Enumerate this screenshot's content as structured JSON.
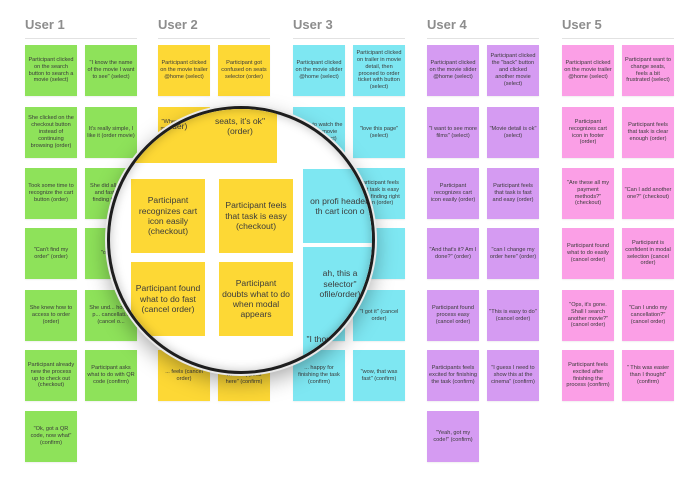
{
  "colors": {
    "green": "#8ee25a",
    "yellow": "#fdd835",
    "cyan": "#7ee7f2",
    "purple": "#d59bf2",
    "pink": "#fb9fe6"
  },
  "columns": [
    {
      "title": "User 1",
      "color": "green",
      "notes": [
        "Participant clicked on the search button to search a movie (select)",
        "\"I know the name of the movie I want to see\" (select)",
        "She clicked on the checkout button instead of continuing browsing (order)",
        "It's really simple, I like it (order movie)",
        "Took some time to recognize the cart button (order)",
        "She did all easily and fast after finding the or...",
        "\"Can't find my order\" (order)",
        "\"ok, th...",
        "She knew how to access to order (order)",
        "She und... how to p... cancellati... (cancel o...",
        "Participant already new the process up to check out (checkout)",
        "Participant asks what to do with QR code (confirm)",
        "\"Ok, got a QR code, now what\" (confirm)"
      ]
    },
    {
      "title": "User 2",
      "color": "yellow",
      "notes": [
        "Participant clicked on the movie trailer @home (select)",
        "Participant got confused on seats selector (order)",
        "\"When did I select my seats, does the app select them for me?\" (order)",
        "\"If I can select seats, it's ok\" (order)",
        "",
        "",
        "",
        "",
        "",
        "",
        "... feels (cancel order)",
        "\"I'm not sure about what happens here\" (confirm)"
      ]
    },
    {
      "title": "User 3",
      "color": "cyan",
      "notes": [
        "Participant clicked on the movie slider @home (select)",
        "Participant clicked on trailer in movie detail, then proceed to order ticket with button (select)",
        "\"I love to watch the trailer in movie detail\" (select)",
        "\"love this page\" (select)",
        "... on profile header, the cart icon or...",
        "Participant feels that task is easy after finding right icon (order)",
        "... \"... is a selector\" (profile/order)",
        "",
        "\"I thought in the head... the ...\"",
        "\"I got it\" (cancel order)",
        "... happy for finishing the task (confirm)",
        "\"wow, that was fast\" (confirm)"
      ]
    },
    {
      "title": "User 4",
      "color": "purple",
      "notes": [
        "Participant clicked on the movie slider @home (select)",
        "Participant clicked the \"back\" button and clicked another movie (select)",
        "\"I want to see more films\" (select)",
        "\"Movie detail is ok\" (select)",
        "Participant recognizes cart icon easily (order)",
        "Participant feels that task is fast and easy (order)",
        "\"And that's it? Am I done?\" (order)",
        "\"can I change my order here\" (order)",
        "Participant found process easy (cancel order)",
        "\"This is easy to do\" (cancel order)",
        "Participants feels excited for finishing the task (confirm)",
        "\"I guess I need to show this at the cinema\" (confirm)",
        "\"Yeah, got my code!\" (confirm)"
      ]
    },
    {
      "title": "User 5",
      "color": "pink",
      "notes": [
        "Participant clicked on the movie trailer @home (select)",
        "Participant want to change seats, feels a bit frustrated (select)",
        "Participant recognizes cart icon in footer (order)",
        "Participant feels that task is clear enough (order)",
        "\"Are these all my payment methods?\" (checkout)",
        "\"Can I add another one?\" (checkout)",
        "Participant found what to do easily (cancel order)",
        "Participant is confident in modal selection (cancel order)",
        "\"Ops, it's gone. Shall I search another movie?\" (cancel order)",
        "\"Can I undo my cancellation?\" (cancel order)",
        "Participant feels excited after finishing the process (confirm)",
        "\" This was easier than I thought\" (confirm)"
      ]
    }
  ],
  "magnifier": {
    "notes": [
      {
        "text": "seats, it's ok\" (order)",
        "color": "yellow"
      },
      {
        "text": "e?\" (order)",
        "color": "yellow"
      },
      {
        "text": "Participant recognizes cart icon easily (checkout)",
        "color": "yellow"
      },
      {
        "text": "Participant feels that task is easy (checkout)",
        "color": "yellow"
      },
      {
        "text": "Participant found what to do fast (cancel order)",
        "color": "yellow"
      },
      {
        "text": "Participant doubts what to do when modal appears",
        "color": "yellow"
      },
      {
        "text": "on profi header, th cart icon o",
        "color": "cyan"
      },
      {
        "text": "ah, this a selector\" ofile/order)",
        "color": "cyan"
      },
      {
        "text": "\"I thought in head the",
        "color": "cyan"
      }
    ]
  }
}
